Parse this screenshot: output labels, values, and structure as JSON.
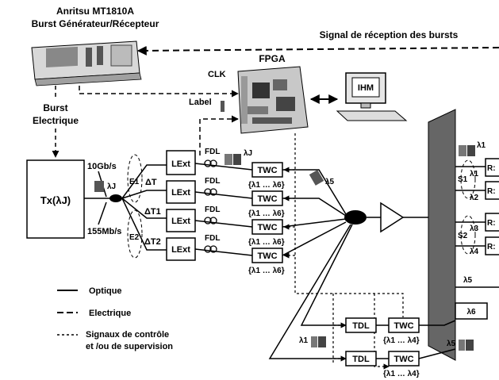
{
  "header": {
    "device_name": "Anritsu MT1810A",
    "device_role": "Burst Générateur/Récepteur",
    "reception_signal": "Signal de réception des bursts"
  },
  "blocks": {
    "fpga": "FPGA",
    "clk": "CLK",
    "ihm": "IHM",
    "label": "Label",
    "burst_line1": "Burst",
    "burst_line2": "Electrique",
    "tx": "Tx(λJ)",
    "rate_high": "10Gb/s",
    "rate_low": "155Mb/s",
    "lambda_j": "λJ",
    "e1": "E1",
    "e2": "E2",
    "delta_t": "ΔT",
    "delta_t1": "ΔT1",
    "delta_t2": "ΔT2",
    "lext": "LExt",
    "fdl": "FDL",
    "twc": "TWC",
    "tdl": "TDL",
    "set_6": "{λ1 … λ6}",
    "set_4": "{λ1 … λ4}",
    "lambda_5": "λ5",
    "lambda_6": "λ6",
    "lambda_1": "λ1",
    "lambda_2": "λ2",
    "lambda_3": "λ3",
    "lambda_4": "λ4",
    "s1": "S1",
    "s2": "S2",
    "rx": "R:"
  },
  "legend": {
    "optique": "Optique",
    "electrique": "Electrique",
    "control_line1": "Signaux de contrôle",
    "control_line2": "et /ou de supervision"
  }
}
